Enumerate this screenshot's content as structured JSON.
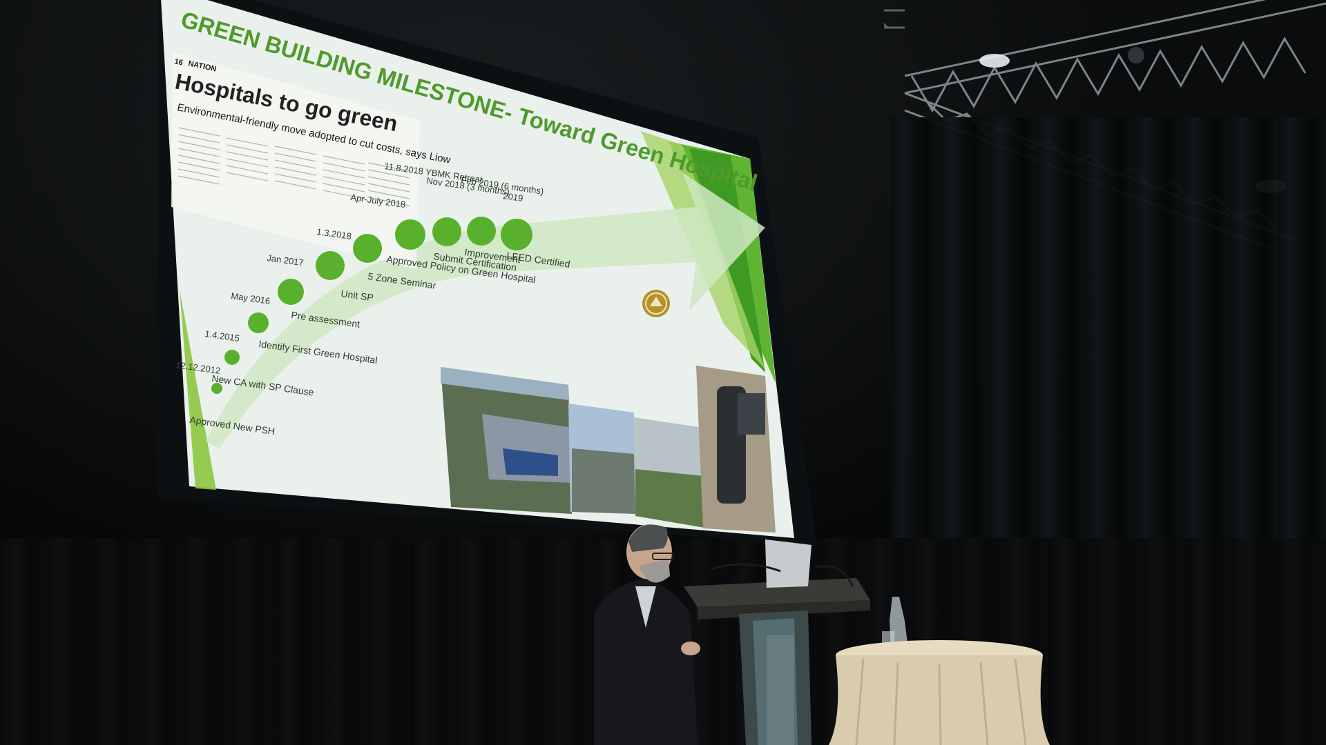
{
  "slide": {
    "title": "GREEN BUILDING MILESTONE- Toward Green Hospital",
    "newspaper": {
      "section_number": "16",
      "section": "NATION",
      "headline": "Hospitals to go green",
      "subheadline": "Environmental-friendly move adopted to cut costs, says Liow"
    },
    "milestones": [
      {
        "date": "12.12.2012",
        "label": "Approved New PSH"
      },
      {
        "date": "1.4.2015",
        "label": "New CA with SP Clause"
      },
      {
        "date": "May 2016",
        "label": "Identify First Green Hospital"
      },
      {
        "date": "Jan 2017",
        "label": "Pre assessment"
      },
      {
        "date": "1.3.2018",
        "label": "Unit SP"
      },
      {
        "date": "Apr-July 2018",
        "label": "5 Zone Seminar"
      },
      {
        "date": "11.8.2018 YBMK Retreat",
        "label": "Approved Policy on Green Hospital"
      },
      {
        "date": "Nov 2018 (3 months)",
        "label": "Submit Certification"
      },
      {
        "date": "Feb 2019 (6 months)",
        "label": "Improvement"
      },
      {
        "date": "2019",
        "label": "LEED Certified"
      }
    ]
  },
  "colors": {
    "accent_green": "#5fb531",
    "dot_green": "#59b02c",
    "slide_bg": "#eef3ee"
  }
}
